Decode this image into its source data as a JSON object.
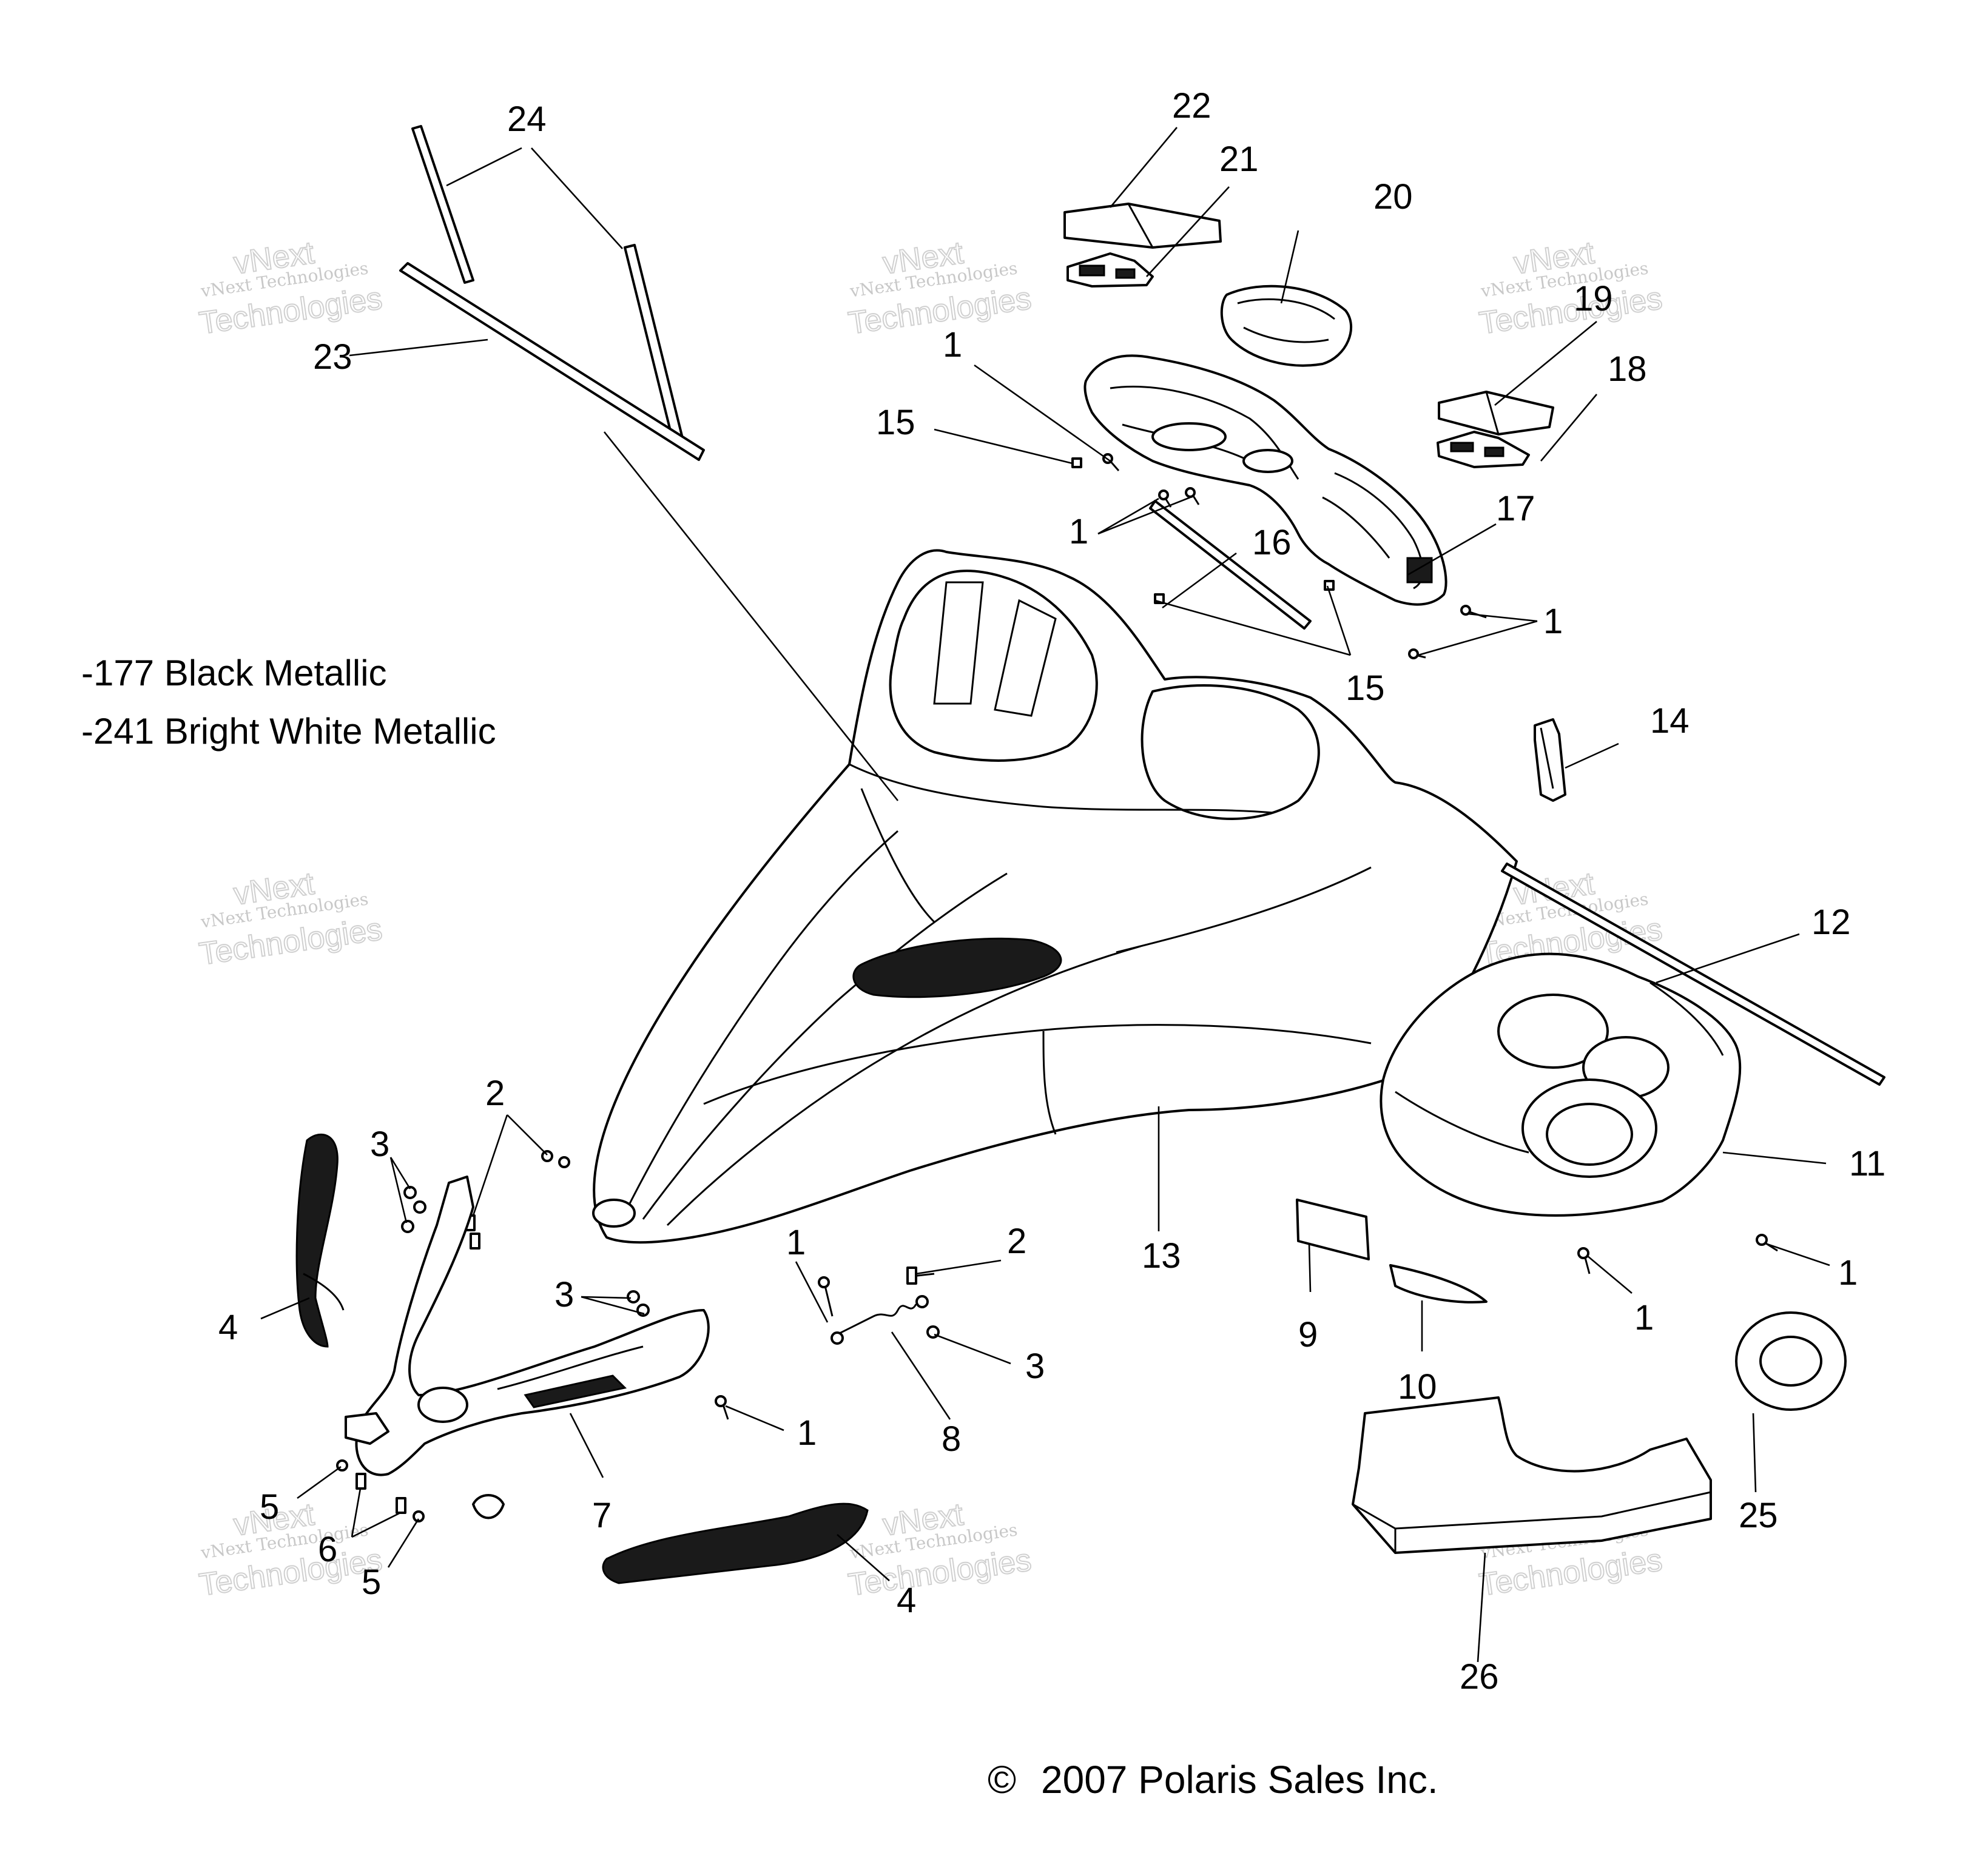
{
  "callouts": [
    "1",
    "2",
    "3",
    "4",
    "5",
    "6",
    "7",
    "8",
    "9",
    "10",
    "11",
    "12",
    "13",
    "14",
    "15",
    "16",
    "17",
    "18",
    "19",
    "20",
    "21",
    "22",
    "23",
    "24",
    "25",
    "26"
  ],
  "notes": {
    "color_1": "-177 Black Metallic",
    "color_2": "-241 Bright White Metallic"
  },
  "copyright": "2007 Polaris Sales Inc.",
  "copyright_symbol": "©",
  "watermark": {
    "line1": "vNext Technologies",
    "line2": "vNext",
    "line3": "Technologies"
  }
}
